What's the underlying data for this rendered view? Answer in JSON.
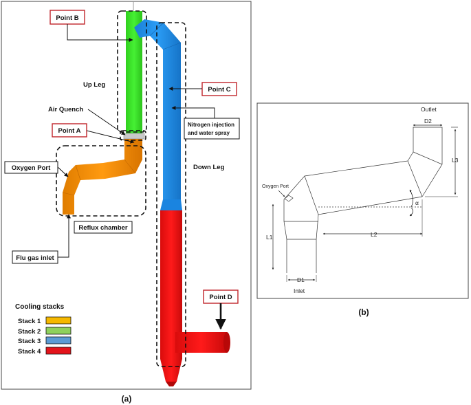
{
  "panel_a": {
    "caption": "(a)",
    "labels": {
      "point_b": "Point B",
      "up_leg": "Up Leg",
      "air_quench": "Air Quench",
      "point_a": "Point A",
      "oxygen_port": "Oxygen Port",
      "reflux_chamber": "Reflux chamber",
      "flu_gas_inlet": "Flu gas inlet",
      "point_c": "Point C",
      "nitrogen_line1": "Nitrogen injection",
      "nitrogen_line2": "and water spray",
      "down_leg": "Down Leg",
      "point_d": "Point D"
    },
    "legend": {
      "title": "Cooling stacks",
      "items": [
        {
          "label": "Stack 1",
          "color": "#f5b800"
        },
        {
          "label": "Stack 2",
          "color": "#8fd15c"
        },
        {
          "label": "Stack 3",
          "color": "#5b9bd5"
        },
        {
          "label": "Stack 4",
          "color": "#e3141b"
        }
      ]
    },
    "colors": {
      "orange": "#f08c00",
      "green": "#3ee02a",
      "blue": "#1e8de8",
      "red": "#ee1111"
    }
  },
  "panel_b": {
    "caption": "(b)",
    "labels": {
      "outlet": "Outlet",
      "d2": "D2",
      "l3": "L3",
      "oxygen_port": "Oxygen Port",
      "alpha": "α",
      "l1": "L1",
      "l2": "L2",
      "d1": "D1",
      "inlet": "Inlet"
    }
  }
}
